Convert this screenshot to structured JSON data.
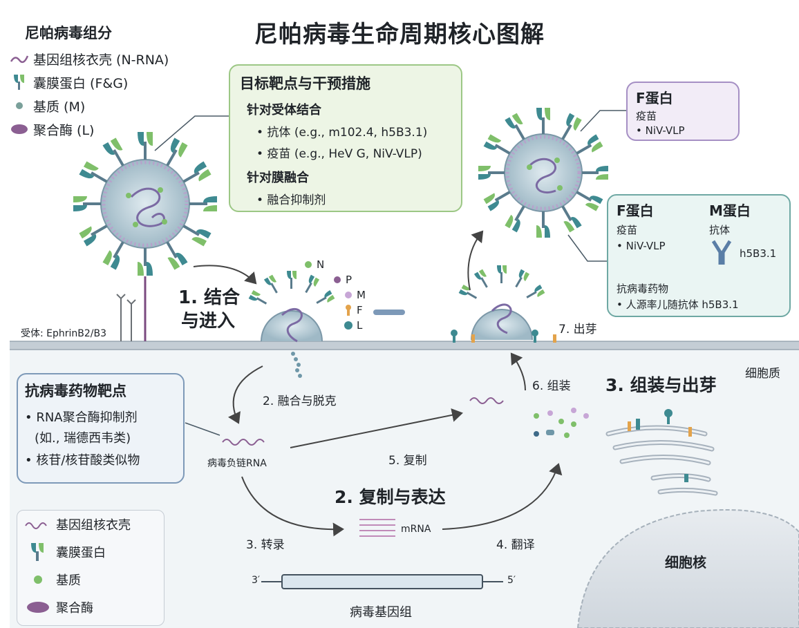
{
  "title": "尼帕病毒生命周期核心图解",
  "components_legend": {
    "title": "尼帕病毒组分",
    "items": [
      {
        "icon": "wavy-rna-icon",
        "label": "基因组核衣壳 (N-RNA)"
      },
      {
        "icon": "glycoprotein-icon",
        "label": "囊膜蛋白 (F&G)"
      },
      {
        "icon": "dot-icon",
        "label": "基质 (M)"
      },
      {
        "icon": "blob-icon",
        "label": "聚合酶 (L)"
      }
    ]
  },
  "targets_box": {
    "title": "目标靶点与干预措施",
    "section1": "针对受体结合",
    "item1": "• 抗体 (e.g., m102.4, h5B3.1)",
    "item2": "• 疫苗 (e.g., HeV G, NiV-VLP)",
    "section2": "针对膜融合",
    "item3": "• 融合抑制剂"
  },
  "f_protein_box": {
    "title": "F蛋白",
    "line1": "疫苗",
    "line2": "• NiV-VLP"
  },
  "fm_box": {
    "f_title": "F蛋白",
    "f_line1": "疫苗",
    "f_line2": "• NiV-VLP",
    "m_title": "M蛋白",
    "m_line1": "抗体",
    "m_antibody": "h5B3.1",
    "drug_title": "抗病毒药物",
    "drug_line": "• 人源率儿随抗体 h5B3.1"
  },
  "antiviral_box": {
    "title": "抗病毒药物靶点",
    "item1": "• RNA聚合酶抑制剂",
    "item1b": "(如., 瑞德西韦类)",
    "item2": "• 核苷/核苷酸类似物"
  },
  "bottom_legend": {
    "items": [
      {
        "icon": "wavy-rna-icon",
        "label": "基因组核衣壳"
      },
      {
        "icon": "glycoprotein-icon",
        "label": "囊膜蛋白"
      },
      {
        "icon": "dot-icon",
        "label": "基质"
      },
      {
        "icon": "blob-icon",
        "label": "聚合酶"
      }
    ]
  },
  "protein_legend": [
    "N",
    "P",
    "M",
    "F",
    "L"
  ],
  "labels": {
    "receptor": "受体: EphrinB2/B3",
    "step1_line1": "1. 结合",
    "step1_line2": "与进入",
    "step2": "2. 融合与脱克",
    "step3": "3. 转录",
    "step4": "4. 翻译",
    "step5": "5. 复制",
    "step6": "6. 组装",
    "step7": "7. 出芽",
    "stage2": "2. 复制与表达",
    "stage3": "3. 组装与出芽",
    "cytoplasm": "细胞质",
    "nucleus": "细胞核",
    "neg_rna": "病毒负链RNA",
    "mrna": "mRNA",
    "genome": "病毒基因组",
    "end3": "3′",
    "end5": "5′"
  },
  "colors": {
    "green_box": "#edf5e5",
    "teal": "#3e8a91",
    "green": "#7fbf6a",
    "purple": "#8b5f92",
    "membrane": "#b8c3cc",
    "cell": "#f3f6f8"
  }
}
